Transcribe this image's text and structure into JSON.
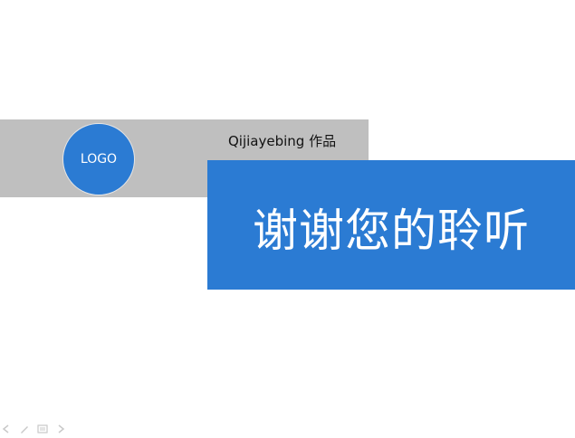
{
  "slide": {
    "logo_text": "LOGO",
    "author_text": "Qijiayebing 作品",
    "thanks_text": "谢谢您的聆听"
  },
  "colors": {
    "accent_blue": "#2b7bd3",
    "band_gray": "#bfbfbf",
    "text_dark": "#111111"
  },
  "toolbar": {
    "icons": [
      "back-arrow-icon",
      "pen-icon",
      "menu-icon",
      "forward-arrow-icon"
    ]
  }
}
